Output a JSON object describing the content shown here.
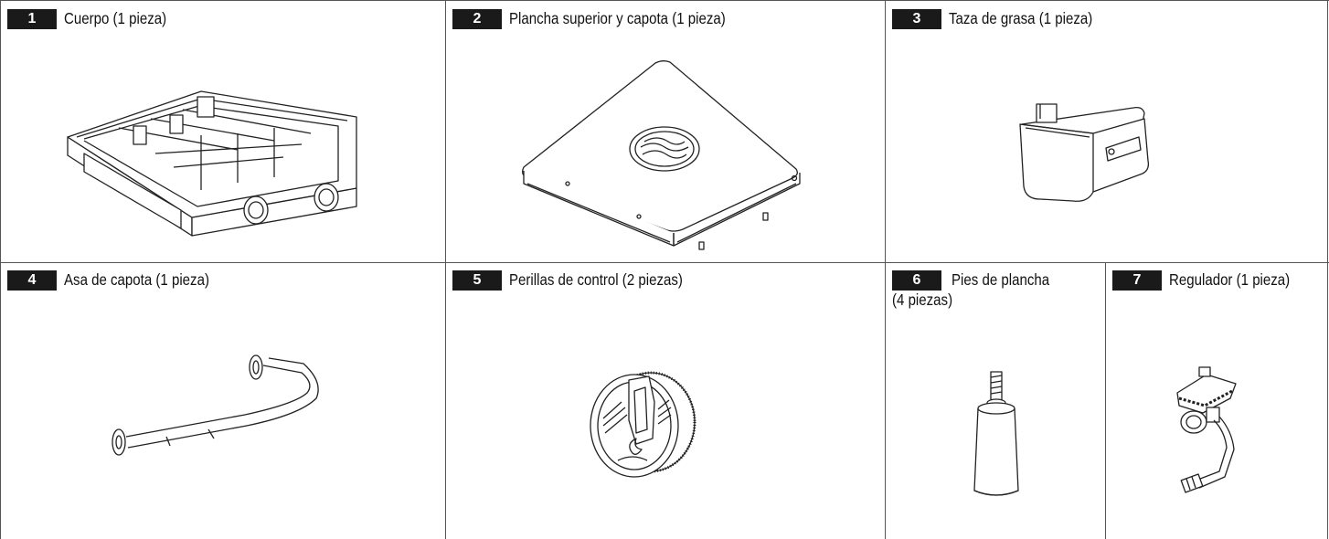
{
  "parts": [
    {
      "number": "1",
      "label": "Cuerpo (1 pieza)",
      "icon": "grill-body-icon"
    },
    {
      "number": "2",
      "label": "Plancha superior y capota (1 pieza)",
      "icon": "griddle-top-and-hood-icon"
    },
    {
      "number": "3",
      "label": "Taza de grasa (1 pieza)",
      "icon": "grease-cup-icon"
    },
    {
      "number": "4",
      "label": "Asa de capota (1 pieza)",
      "icon": "hood-handle-icon"
    },
    {
      "number": "5",
      "label": "Perillas de control (2 piezas)",
      "icon": "control-knob-icon"
    },
    {
      "number": "6",
      "label_line1": "Pies de plancha",
      "label_line2": "(4 piezas)",
      "icon": "griddle-foot-icon"
    },
    {
      "number": "7",
      "label": "Regulador (1 pieza)",
      "icon": "regulator-icon"
    }
  ]
}
